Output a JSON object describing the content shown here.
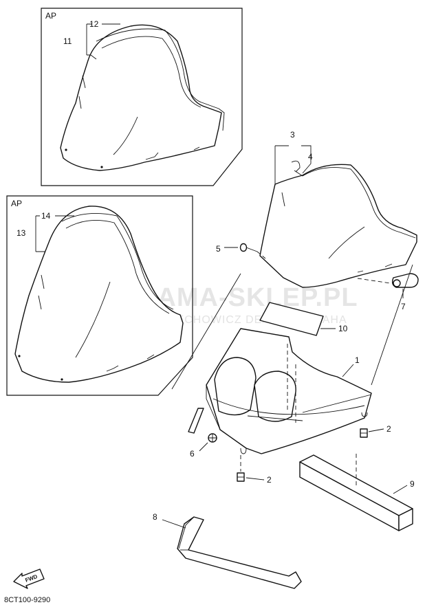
{
  "diagram": {
    "box_labels": [
      "AP",
      "AP"
    ],
    "callouts": {
      "c1": "1",
      "c2a": "2",
      "c2b": "2",
      "c3": "3",
      "c4": "4",
      "c5": "5",
      "c6": "6",
      "c7": "7",
      "c8": "8",
      "c9": "9",
      "c10": "10",
      "c11": "11",
      "c12": "12",
      "c13": "13",
      "c14": "14"
    },
    "watermark": {
      "title": "RAMA-SKLEP.PL",
      "subtitle": "WOJCIECHOWICZ DEALER YAMAHA",
      "logo_color": "#e88a8a"
    },
    "fwd_label": "FWD",
    "diagram_code": "8CT100-9290"
  }
}
